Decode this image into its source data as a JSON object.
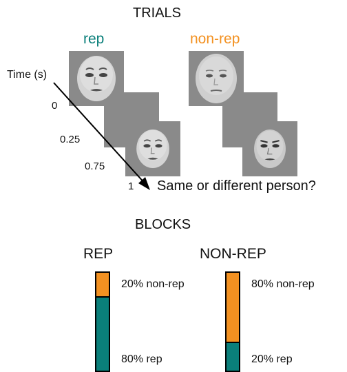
{
  "trials": {
    "title": "TRIALS",
    "conditions": [
      {
        "label": "rep",
        "color": "#0a7f7a"
      },
      {
        "label": "non-rep",
        "color": "#f39121"
      }
    ],
    "time_axis_label": "Time (s)",
    "time_ticks": [
      "0",
      "0.25",
      "0.75",
      "1"
    ],
    "question": "Same or different person?"
  },
  "blocks": {
    "title": "BLOCKS",
    "colors": {
      "rep": "#0a7f7a",
      "non_rep": "#f39121"
    },
    "items": [
      {
        "label": "REP",
        "top_label": "20% non-rep",
        "bottom_label": "80% rep",
        "non_rep_fraction": 0.2,
        "rep_fraction": 0.8
      },
      {
        "label": "NON-REP",
        "top_label": "80% non-rep",
        "bottom_label": "20% rep",
        "non_rep_fraction": 0.8,
        "rep_fraction": 0.2
      }
    ]
  }
}
